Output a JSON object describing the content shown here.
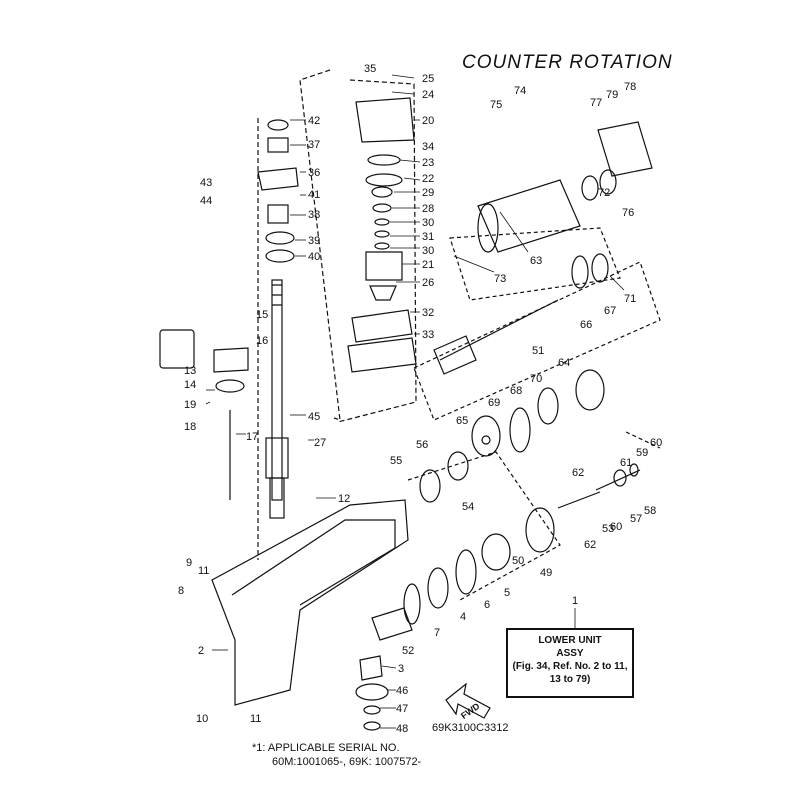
{
  "title": "COUNTER ROTATION",
  "figure_code": "69K3100C3312",
  "footnote": {
    "line1": "*1: APPLICABLE SERIAL NO.",
    "line2": "60M:1001065-, 69K: 1007572-"
  },
  "assembly_box": {
    "line1": "LOWER UNIT",
    "line2": "ASSY",
    "line3": "(Fig. 34, Ref. No. 2 to 11,",
    "line4": "13 to 79)"
  },
  "fwd_label": "FWD",
  "callouts": {
    "n1": "1",
    "n2": "2",
    "n3": "3",
    "n4": "4",
    "n5": "5",
    "n6": "6",
    "n7": "7",
    "n8": "8",
    "n9": "9",
    "n10": "10",
    "n11a": "11",
    "n11b": "11",
    "n12": "12",
    "n13": "13",
    "n14": "14",
    "n15": "15",
    "n16": "16",
    "n17": "17",
    "n18": "18",
    "n19": "19",
    "n20": "20",
    "n21": "21",
    "n22": "22",
    "n23": "23",
    "n24": "24",
    "n25": "25",
    "n26": "26",
    "n27": "27",
    "n28": "28",
    "n29": "29",
    "n30a": "30",
    "n30b": "30",
    "n31": "31",
    "n32": "32",
    "n33": "33",
    "n34": "34",
    "n35": "35",
    "n36": "36",
    "n37": "37",
    "n38": "38",
    "n39": "39",
    "n40": "40",
    "n41": "41",
    "n42": "42",
    "n43": "43",
    "n44": "44",
    "n45": "45",
    "n46": "46",
    "n47": "47",
    "n48": "48",
    "n49": "49",
    "n50": "50",
    "n51": "51",
    "n52": "52",
    "n53": "53",
    "n54": "54",
    "n55": "55",
    "n56": "56",
    "n57": "57",
    "n58": "58",
    "n59": "59",
    "n60a": "60",
    "n60b": "60",
    "n61": "61",
    "n62a": "62",
    "n62b": "62",
    "n63": "63",
    "n64": "64",
    "n65": "65",
    "n66": "66",
    "n67": "67",
    "n68": "68",
    "n69": "69",
    "n70": "70",
    "n71": "71",
    "n72": "72",
    "n73": "73",
    "n74": "74",
    "n75": "75",
    "n76": "76",
    "n77": "77",
    "n78": "78",
    "n79": "79"
  }
}
